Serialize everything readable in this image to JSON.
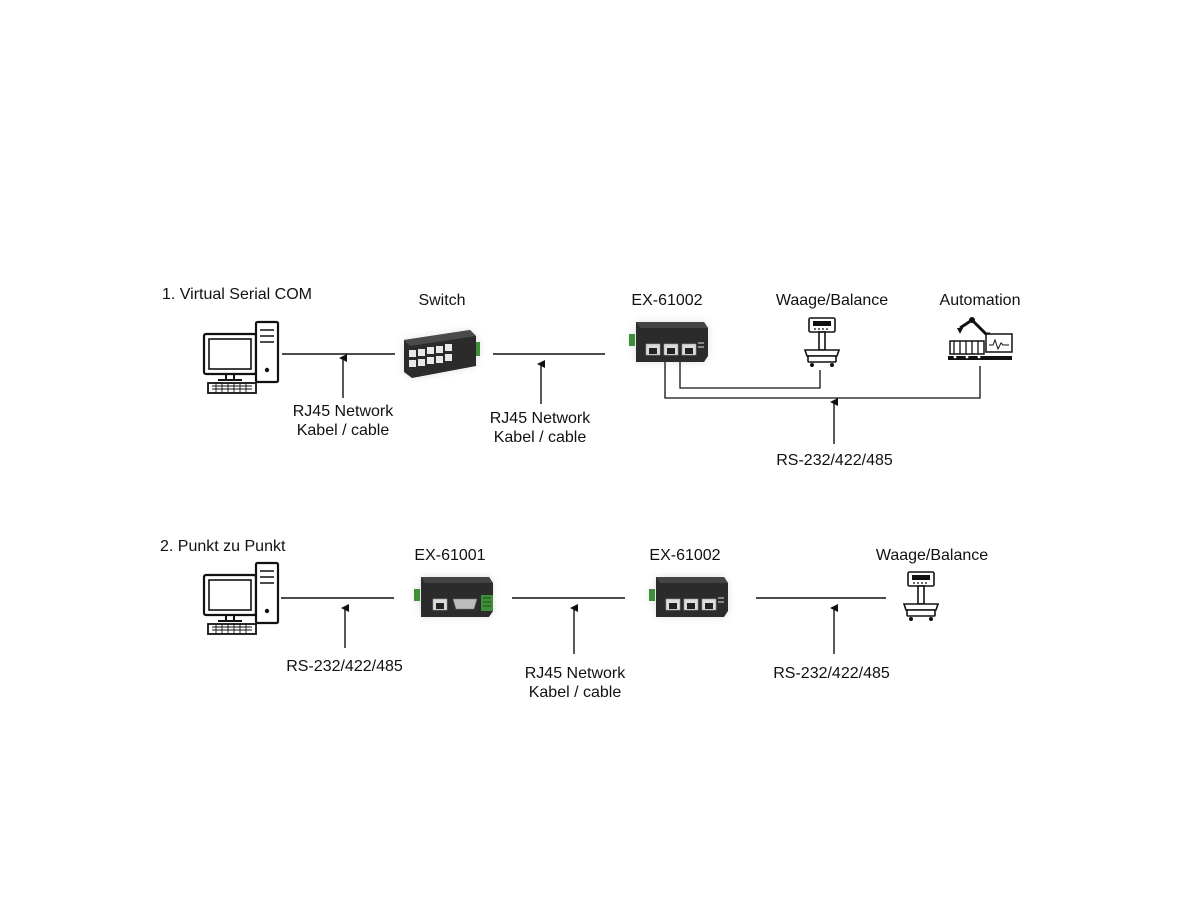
{
  "section1": {
    "title": "1. Virtual Serial COM",
    "switch_label": "Switch",
    "converter_label": "EX-61002",
    "scale_label": "Waage/Balance",
    "automation_label": "Automation",
    "cable1_line1": "RJ45 Network",
    "cable1_line2": "Kabel / cable",
    "cable2_line1": "RJ45 Network",
    "cable2_line2": "Kabel / cable",
    "serial_label": "RS-232/422/485"
  },
  "section2": {
    "title": "2. Punkt zu Punkt",
    "converter1_label": "EX-61001",
    "converter2_label": "EX-61002",
    "scale_label": "Waage/Balance",
    "serial1_label": "RS-232/422/485",
    "cable_line1": "RJ45 Network",
    "cable_line2": "Kabel / cable",
    "serial2_label": "RS-232/422/485"
  },
  "colors": {
    "line": "#111111",
    "device_body": "#2b2b2b",
    "device_top": "#444444",
    "terminal_green": "#3f8f3a"
  }
}
